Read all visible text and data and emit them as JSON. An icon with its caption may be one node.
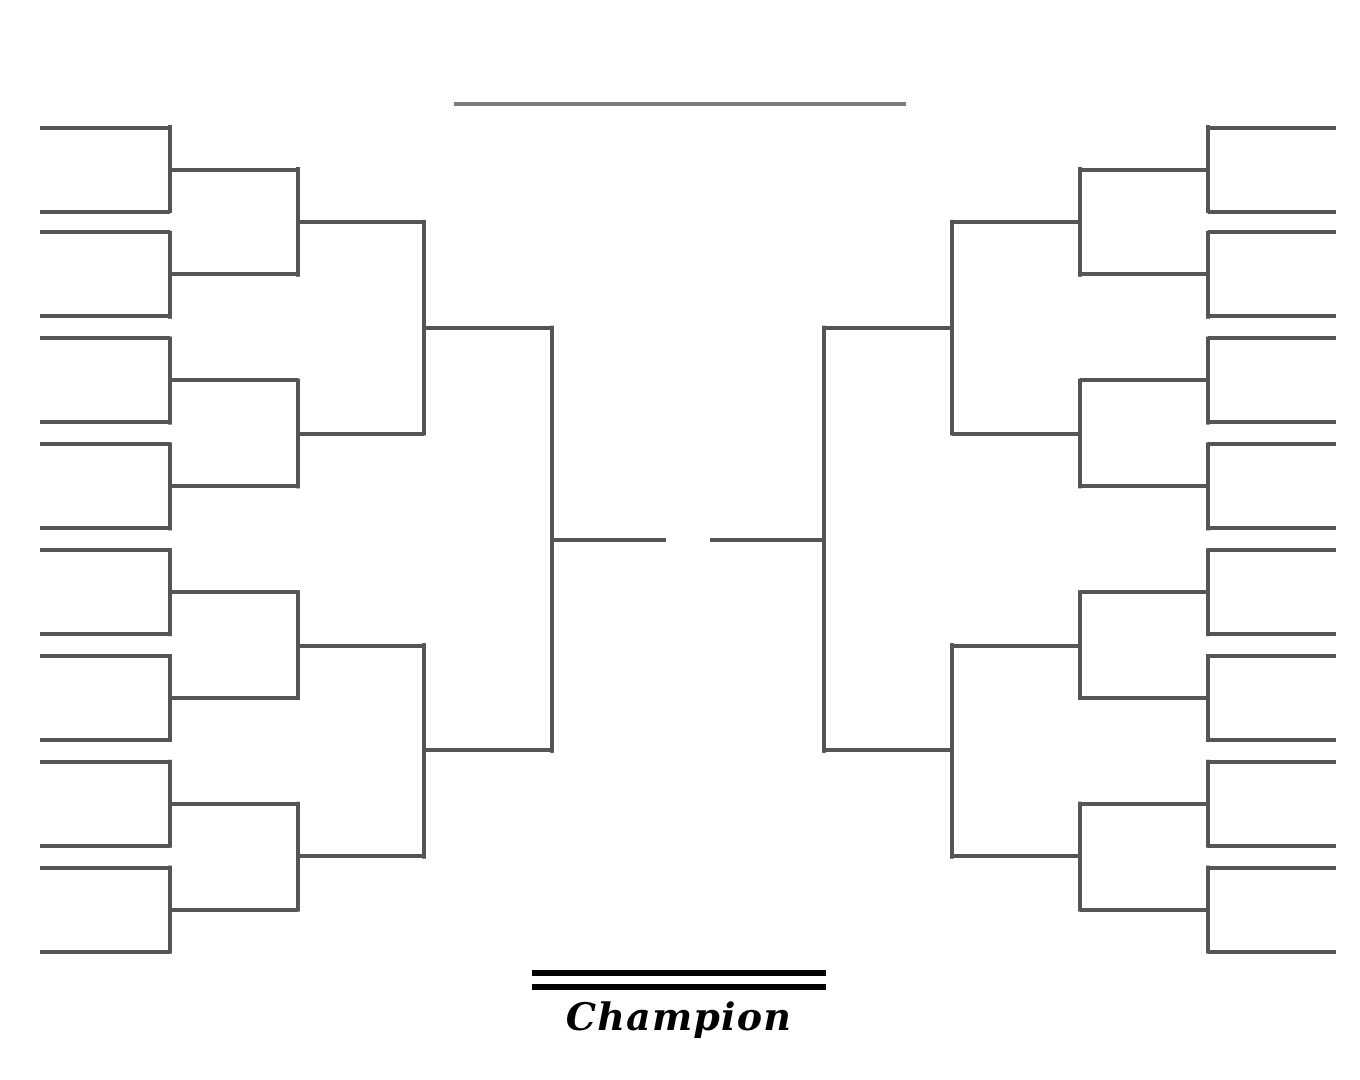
{
  "diagram": {
    "nodes": [
      {
        "text": [],
        "shape": "line"
      },
      {
        "text": [],
        "shape": "line"
      },
      {
        "text": [],
        "shape": "line"
      },
      {
        "text": [],
        "shape": "line"
      },
      {
        "text": [],
        "shape": "line"
      },
      {
        "text": [],
        "shape": "line"
      },
      {
        "text": [],
        "shape": "line"
      },
      {
        "text": [],
        "shape": "line"
      },
      {
        "text": [],
        "shape": "line"
      },
      {
        "text": [],
        "shape": "line"
      },
      {
        "text": [],
        "shape": "line"
      },
      {
        "text": [],
        "shape": "line"
      },
      {
        "text": [],
        "shape": "line"
      },
      {
        "text": [],
        "shape": "line"
      },
      {
        "text": [],
        "shape": "line"
      },
      {
        "text": [],
        "shape": "line"
      },
      {
        "text": [],
        "shape": "line"
      },
      {
        "text": [],
        "shape": "line"
      },
      {
        "text": [],
        "shape": "line"
      },
      {
        "text": [],
        "shape": "line"
      },
      {
        "text": [],
        "shape": "line"
      },
      {
        "text": [],
        "shape": "line"
      },
      {
        "text": [],
        "shape": "line"
      },
      {
        "text": [],
        "shape": "line"
      },
      {
        "text": [],
        "shape": "line"
      },
      {
        "text": [],
        "shape": "line"
      },
      {
        "text": [],
        "shape": "line"
      },
      {
        "text": [],
        "shape": "line"
      },
      {
        "text": [],
        "shape": "line"
      },
      {
        "text": [],
        "shape": "line"
      },
      {
        "text": [],
        "shape": "line"
      },
      {
        "text": [],
        "shape": "line"
      },
      {
        "text": [],
        "shape": "line"
      },
      {
        "text": [],
        "shape": "line"
      },
      {
        "text": [],
        "shape": "line"
      },
      {
        "text": [],
        "shape": "line"
      },
      {
        "text": [],
        "shape": "line"
      },
      {
        "text": [],
        "shape": "line"
      },
      {
        "text": [],
        "shape": "line"
      },
      {
        "text": [],
        "shape": "line"
      },
      {
        "text": [],
        "shape": "line"
      },
      {
        "text": [],
        "shape": "line"
      },
      {
        "text": [],
        "shape": "line"
      },
      {
        "text": [],
        "shape": "line"
      },
      {
        "text": [],
        "shape": "line"
      },
      {
        "text": [],
        "shape": "line"
      },
      {
        "text": [],
        "shape": "line"
      },
      {
        "text": [],
        "shape": "line"
      },
      {
        "text": [],
        "shape": "line"
      },
      {
        "text": [],
        "shape": "line"
      },
      {
        "text": [],
        "shape": "line"
      },
      {
        "text": [],
        "shape": "line"
      },
      {
        "text": [],
        "shape": "line"
      },
      {
        "text": [],
        "shape": "line"
      },
      {
        "text": [],
        "shape": "line"
      },
      {
        "text": [],
        "shape": "line"
      },
      {
        "text": [],
        "shape": "line"
      },
      {
        "text": [],
        "shape": "line"
      },
      {
        "text": [],
        "shape": "line"
      },
      {
        "text": [],
        "shape": "line"
      },
      {
        "text": [],
        "shape": "line"
      },
      {
        "text": [],
        "shape": "line"
      },
      {
        "text": [],
        "shape": "line"
      },
      {
        "text": [
          "Champion"
        ]
      }
    ],
    "edges": [
      {
        "from": 1,
        "to": 17,
        "arrow": "none"
      },
      {
        "from": 2,
        "to": 17,
        "arrow": "none"
      },
      {
        "from": 3,
        "to": 18,
        "arrow": "none"
      },
      {
        "from": 4,
        "to": 18,
        "arrow": "none"
      },
      {
        "from": 5,
        "to": 19,
        "arrow": "none"
      },
      {
        "from": 6,
        "to": 19,
        "arrow": "none"
      },
      {
        "from": 7,
        "to": 20,
        "arrow": "none"
      },
      {
        "from": 8,
        "to": 20,
        "arrow": "none"
      },
      {
        "from": 9,
        "to": 21,
        "arrow": "none"
      },
      {
        "from": 10,
        "to": 21,
        "arrow": "none"
      },
      {
        "from": 11,
        "to": 22,
        "arrow": "none"
      },
      {
        "from": 12,
        "to": 22,
        "arrow": "none"
      },
      {
        "from": 13,
        "to": 23,
        "arrow": "none"
      },
      {
        "from": 14,
        "to": 23,
        "arrow": "none"
      },
      {
        "from": 15,
        "to": 24,
        "arrow": "none"
      },
      {
        "from": 16,
        "to": 24,
        "arrow": "none"
      },
      {
        "from": 17,
        "to": 25,
        "arrow": "none"
      },
      {
        "from": 18,
        "to": 25,
        "arrow": "none"
      },
      {
        "from": 19,
        "to": 26,
        "arrow": "none"
      },
      {
        "from": 20,
        "to": 26,
        "arrow": "none"
      },
      {
        "from": 21,
        "to": 27,
        "arrow": "none"
      },
      {
        "from": 22,
        "to": 27,
        "arrow": "none"
      },
      {
        "from": 23,
        "to": 28,
        "arrow": "none"
      },
      {
        "from": 24,
        "to": 28,
        "arrow": "none"
      },
      {
        "from": 25,
        "to": 29,
        "arrow": "none"
      },
      {
        "from": 26,
        "to": 29,
        "arrow": "none"
      },
      {
        "from": 27,
        "to": 30,
        "arrow": "none"
      },
      {
        "from": 28,
        "to": 30,
        "arrow": "none"
      },
      {
        "from": 29,
        "to": 31,
        "arrow": "none"
      },
      {
        "from": 30,
        "to": 31,
        "arrow": "none"
      },
      {
        "from": 33,
        "to": 32,
        "arrow": "none"
      },
      {
        "from": 34,
        "to": 32,
        "arrow": "none"
      },
      {
        "from": 35,
        "to": 33,
        "arrow": "none"
      },
      {
        "from": 36,
        "to": 33,
        "arrow": "none"
      },
      {
        "from": 37,
        "to": 34,
        "arrow": "none"
      },
      {
        "from": 38,
        "to": 34,
        "arrow": "none"
      },
      {
        "from": 39,
        "to": 35,
        "arrow": "none"
      },
      {
        "from": 40,
        "to": 35,
        "arrow": "none"
      },
      {
        "from": 41,
        "to": 36,
        "arrow": "none"
      },
      {
        "from": 42,
        "to": 36,
        "arrow": "none"
      },
      {
        "from": 43,
        "to": 37,
        "arrow": "none"
      },
      {
        "from": 44,
        "to": 37,
        "arrow": "none"
      },
      {
        "from": 45,
        "to": 38,
        "arrow": "none"
      },
      {
        "from": 46,
        "to": 38,
        "arrow": "none"
      },
      {
        "from": 47,
        "to": 39,
        "arrow": "none"
      },
      {
        "from": 48,
        "to": 39,
        "arrow": "none"
      },
      {
        "from": 49,
        "to": 40,
        "arrow": "none"
      },
      {
        "from": 50,
        "to": 40,
        "arrow": "none"
      },
      {
        "from": 51,
        "to": 41,
        "arrow": "none"
      },
      {
        "from": 52,
        "to": 41,
        "arrow": "none"
      },
      {
        "from": 53,
        "to": 42,
        "arrow": "none"
      },
      {
        "from": 54,
        "to": 42,
        "arrow": "none"
      },
      {
        "from": 55,
        "to": 43,
        "arrow": "none"
      },
      {
        "from": 56,
        "to": 43,
        "arrow": "none"
      },
      {
        "from": 57,
        "to": 44,
        "arrow": "none"
      },
      {
        "from": 58,
        "to": 44,
        "arrow": "none"
      },
      {
        "from": 59,
        "to": 45,
        "arrow": "none"
      },
      {
        "from": 60,
        "to": 45,
        "arrow": "none"
      },
      {
        "from": 61,
        "to": 46,
        "arrow": "none"
      },
      {
        "from": 62,
        "to": 46,
        "arrow": "none"
      }
    ]
  }
}
